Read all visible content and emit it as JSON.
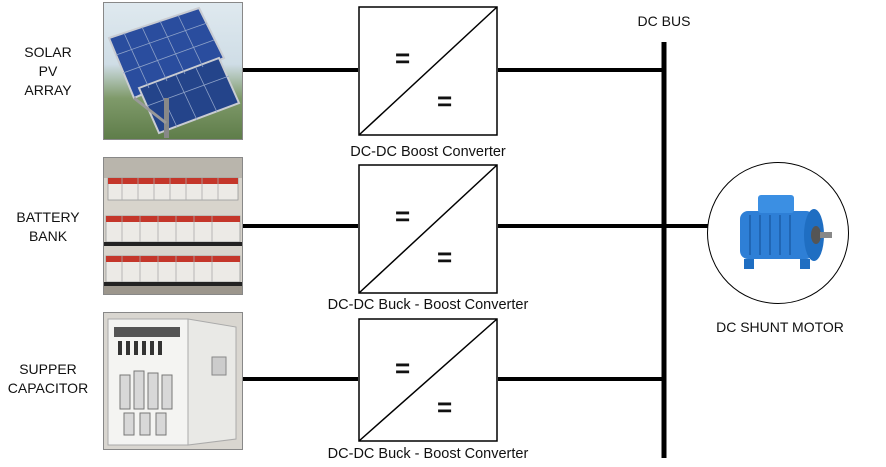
{
  "sources": [
    {
      "label": "SOLAR\nPV\nARRAY",
      "image": "solar-panel-photo"
    },
    {
      "label": "BATTERY\nBANK",
      "image": "battery-bank-photo"
    },
    {
      "label": "SUPPER\nCAPACITOR",
      "image": "supercapacitor-cabinet-photo"
    }
  ],
  "converters": [
    {
      "label": "DC-DC Boost Converter",
      "symbol_top": "=",
      "symbol_bottom": "="
    },
    {
      "label": "DC-DC Buck - Boost Converter",
      "symbol_top": "=",
      "symbol_bottom": "="
    },
    {
      "label": "DC-DC Buck - Boost Converter",
      "symbol_top": "=",
      "symbol_bottom": "="
    }
  ],
  "bus": {
    "label": "DC BUS"
  },
  "load": {
    "label": "DC SHUNT MOTOR",
    "image": "dc-motor-photo"
  },
  "colors": {
    "wire": "#000000",
    "motor_body": "#2e7fd6",
    "panel_cell": "#2a4d9e",
    "battery_top": "#c4362a"
  }
}
